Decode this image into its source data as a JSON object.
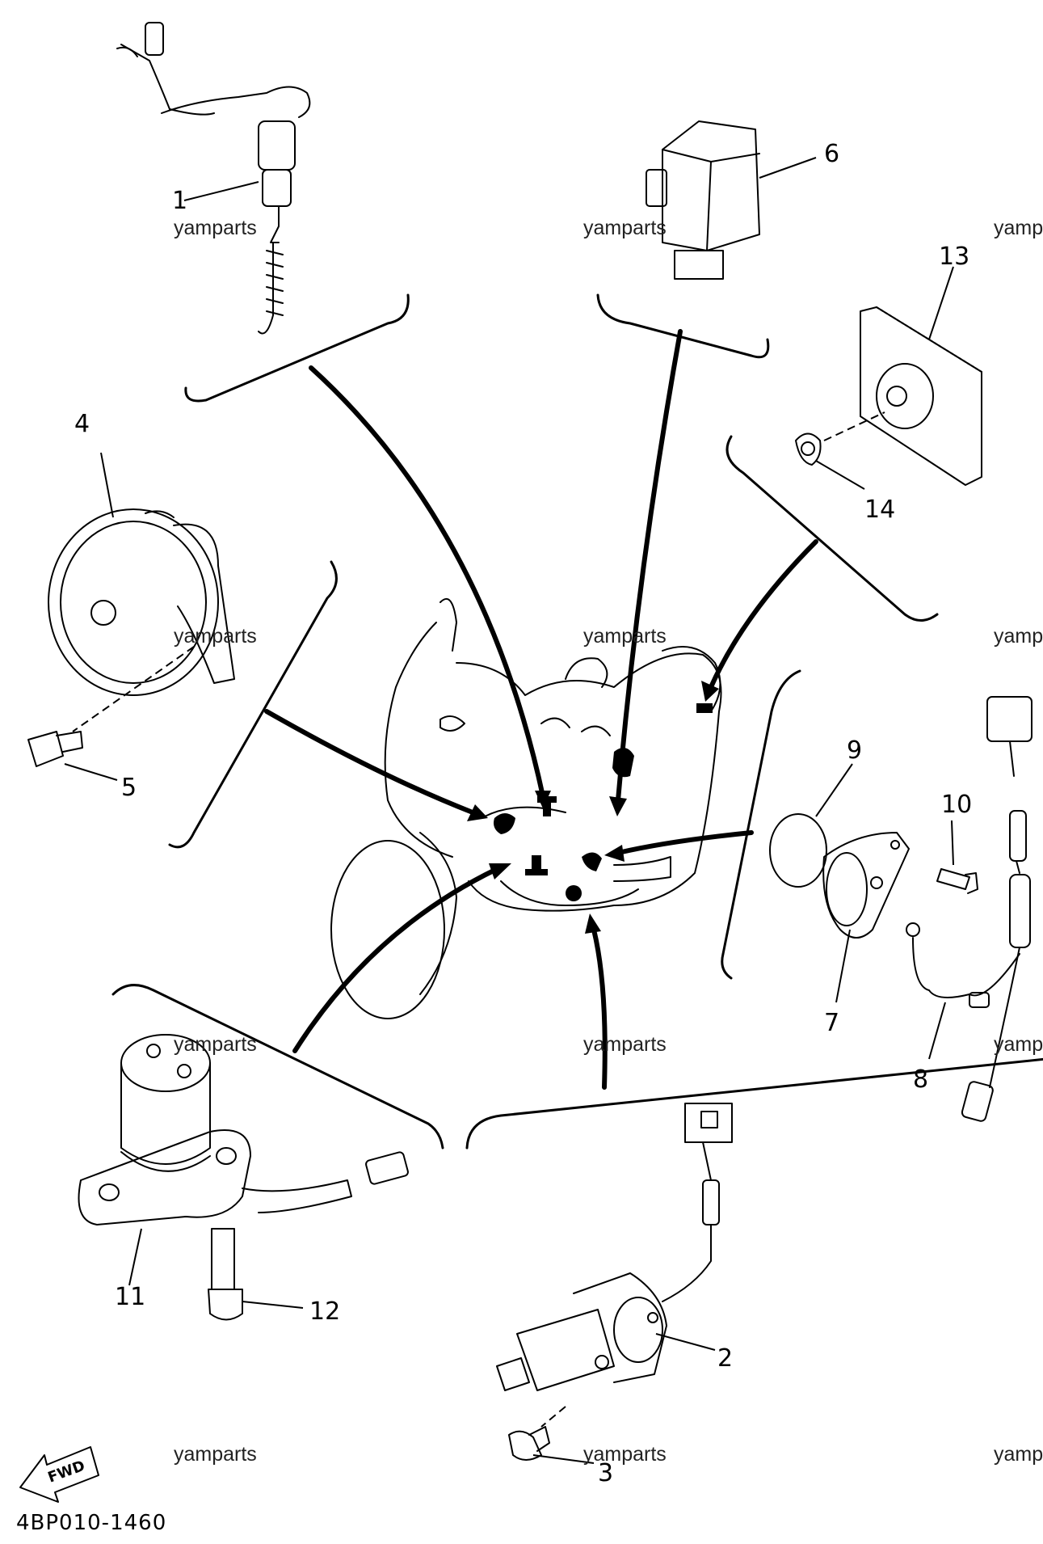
{
  "diagram_code": "4BP010-1460",
  "fwd_label": "FWD",
  "watermark_text": "yamparts",
  "part_numbers": {
    "p1": "1",
    "p2": "2",
    "p3": "3",
    "p4": "4",
    "p5": "5",
    "p6": "6",
    "p7": "7",
    "p8": "8",
    "p9": "9",
    "p10": "10",
    "p11": "11",
    "p12": "12",
    "p13": "13",
    "p14": "14"
  },
  "colors": {
    "ink": "#000000",
    "paper": "#ffffff"
  }
}
